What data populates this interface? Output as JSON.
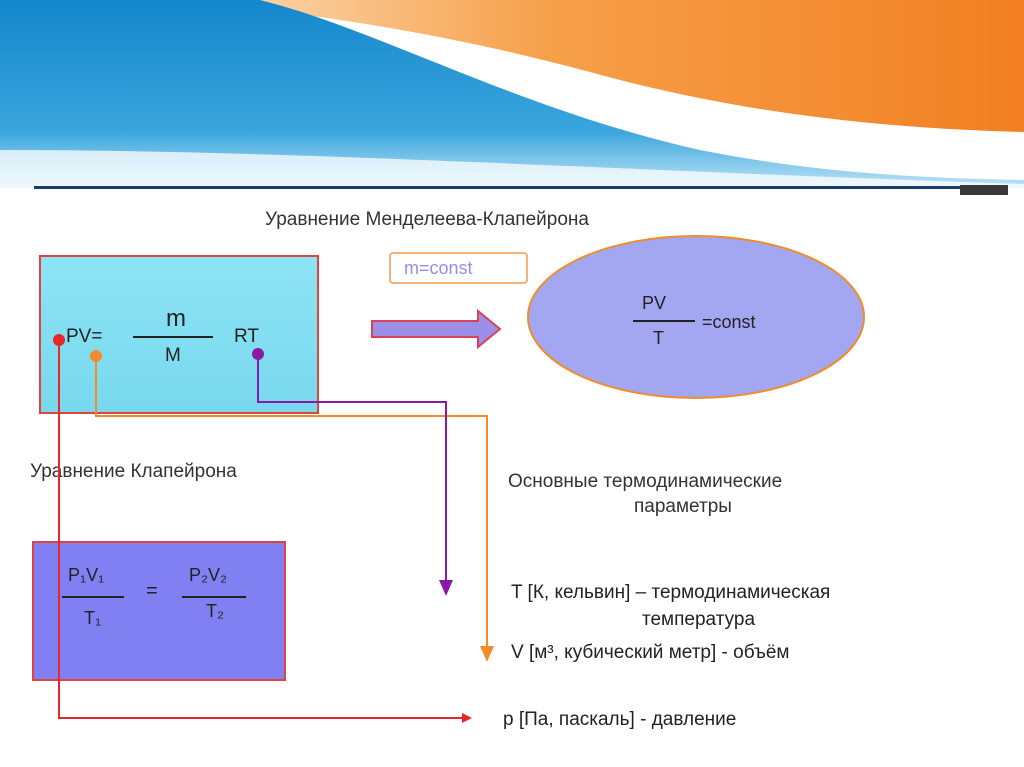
{
  "slide": {
    "title_mendeleev": "Уравнение Менделеева-Клапейрона",
    "title_clapeyron": "Уравнение Клапейрона",
    "params_heading_line1": "Основные термодинамические",
    "params_heading_line2": "параметры"
  },
  "formula_pv": {
    "left": "PV=",
    "numerator": "m",
    "denominator": "M",
    "right": "RT"
  },
  "condition_label": "m=const",
  "ellipse": {
    "numerator": "PV",
    "denominator": "T",
    "right": "=const"
  },
  "clapeyron": {
    "left_numerator": "P₁V₁",
    "left_denominator": "T₁",
    "equals": "=",
    "right_numerator": "P₂V₂",
    "right_denominator": "T₂"
  },
  "parameters": {
    "t_line1": "T  [К, кельвин] – термодинамическая",
    "t_line2": "температура",
    "v_line": "V  [м³, кубический метр] - объём",
    "p_line": "p  [Па, паскаль] - давление"
  },
  "colors": {
    "header_blue": "#1a8fd1",
    "header_orange": "#f4892a",
    "box_cyan": "#84e0f2",
    "box_purple": "#8080f2",
    "ellipse_fill": "#a3a6f0",
    "border_red": "#e0443c",
    "arrow_red": "#e8262c",
    "arrow_orange": "#f28c28",
    "arrow_purple": "#8a1aa6"
  }
}
